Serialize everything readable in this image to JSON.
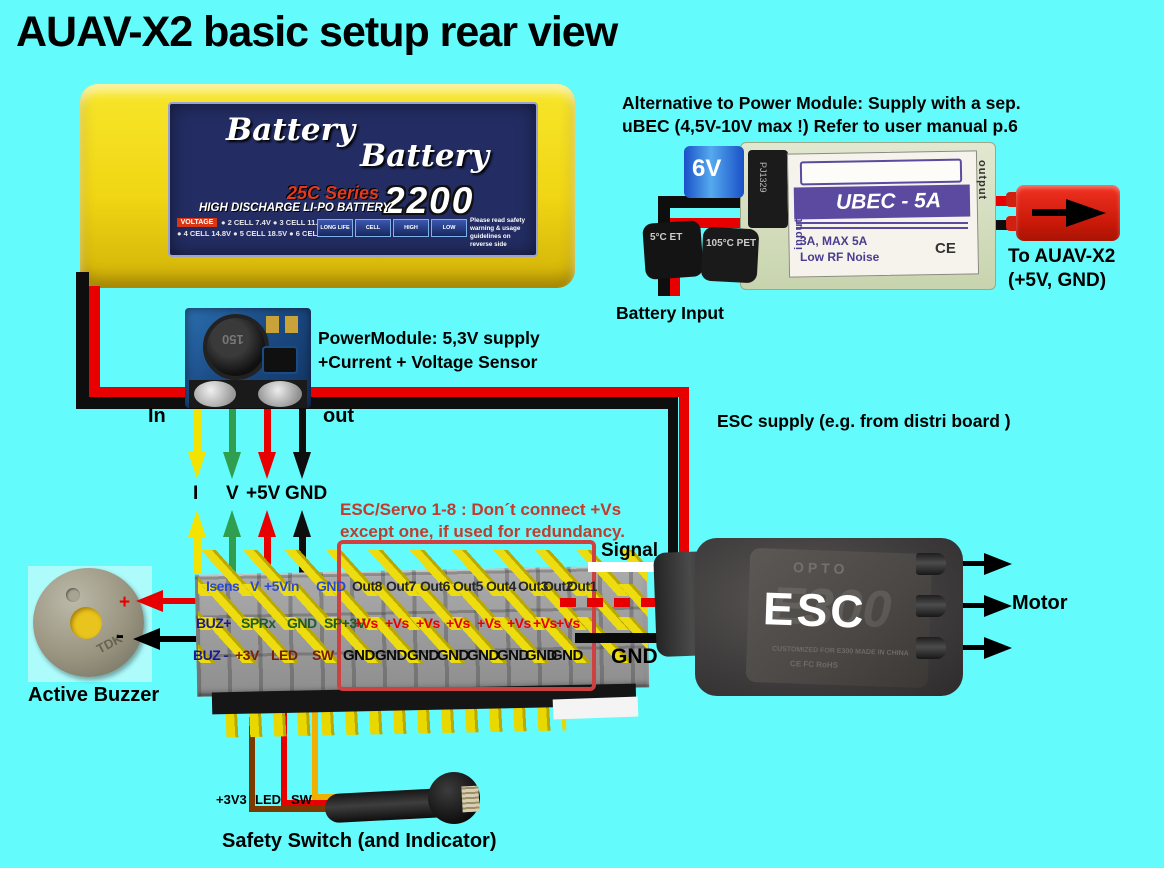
{
  "title": "AUAV-X2  basic setup rear view",
  "colors": {
    "background": "#63FBFB",
    "wire_red": "#E80000",
    "wire_black": "#0E0E0E",
    "wire_yellow": "#F2E400",
    "wire_green": "#2F9E4E",
    "wire_white": "#FFFFFF",
    "wire_brown": "#7A3B00",
    "wire_orange": "#F0B000",
    "warning_red": "#C23B2E",
    "pin_label_blue": "#2B48D0",
    "pin_label_green": "#1E5C28",
    "pin_label_navy": "#1A1A8C",
    "pin_label_maroon": "#7A2000",
    "vs_red": "#E80000",
    "battery_label_navy": "#232D63"
  },
  "battery": {
    "name_top": "Battery",
    "name_bottom": "Battery",
    "series": "25C Series",
    "capacity": "2200",
    "type_line": "HIGH DISCHARGE LI-PO BATTERY",
    "voltage_badge": "VOLTAGE",
    "cells_row1": "● 2 CELL 7.4V   ● 3 CELL 11.1V",
    "cells_row2": "● 4 CELL 14.8V  ● 5 CELL 18.5V ● 6 CELL 22.2V",
    "badges": [
      "LONG LIFE",
      "CELL",
      "HIGH",
      "LOW"
    ],
    "notice": "Please read safety warning & usage guidelines on reverse side"
  },
  "ubec": {
    "note_line1": "Alternative to Power Module: Supply with a sep.",
    "note_line2": "uBEC (4,5V-10V max !) Refer to user manual p.6",
    "cap": "6V",
    "chip": "PJ1329",
    "label": "UBEC - 5A",
    "input": "input",
    "output": "output",
    "spec1": "3A, MAX 5A",
    "spec2": "Low RF Noise",
    "ce": "CE",
    "pet_left": "5°C ET",
    "pet_right": "105°C PET",
    "battery_input": "Battery Input",
    "to_line1": "To AUAV-X2",
    "to_line2": "(+5V, GND)"
  },
  "power_module": {
    "caption1": "PowerModule: 5,3V supply",
    "caption2": "+Current + Voltage Sensor",
    "in": "In",
    "out": "out",
    "inductor": "150"
  },
  "sensor": {
    "labels": [
      "I",
      "V",
      "+5V",
      "GND"
    ]
  },
  "warning": {
    "line1": "ESC/Servo 1-8 : Don´t connect +Vs",
    "line2": "except one, if used for redundancy."
  },
  "esc": {
    "supply_label": "ESC supply (e.g. from distri board )",
    "opto": "OPTO",
    "model_ghost": "E300",
    "name": "ESC",
    "fine_print": "CUSTOMIZED FOR E300  MADE IN CHINA",
    "marks": "CE FC RoHS",
    "signal_label": "Signal",
    "gnd_label": "GND",
    "motor_label": "Motor"
  },
  "board": {
    "row1": [
      "Isens",
      "V",
      "+5Vin",
      "GND",
      "Out8",
      "Out7",
      "Out6",
      "Out5",
      "Out4",
      "Out3",
      "Out2",
      "Out1"
    ],
    "row2": [
      "BUZ+",
      "SPRx",
      "GND",
      "SP+3V"
    ],
    "plus_vs": "+Vs",
    "row3": [
      "BUZ -",
      "+3V",
      "LED",
      "SW"
    ],
    "gnd": "GND"
  },
  "buzzer": {
    "plus": "+",
    "minus": "-",
    "brand": "TDK",
    "caption": "Active Buzzer"
  },
  "safety": {
    "labels": [
      "+3V3",
      "LED",
      "SW"
    ],
    "caption": "Safety Switch (and Indicator)"
  }
}
